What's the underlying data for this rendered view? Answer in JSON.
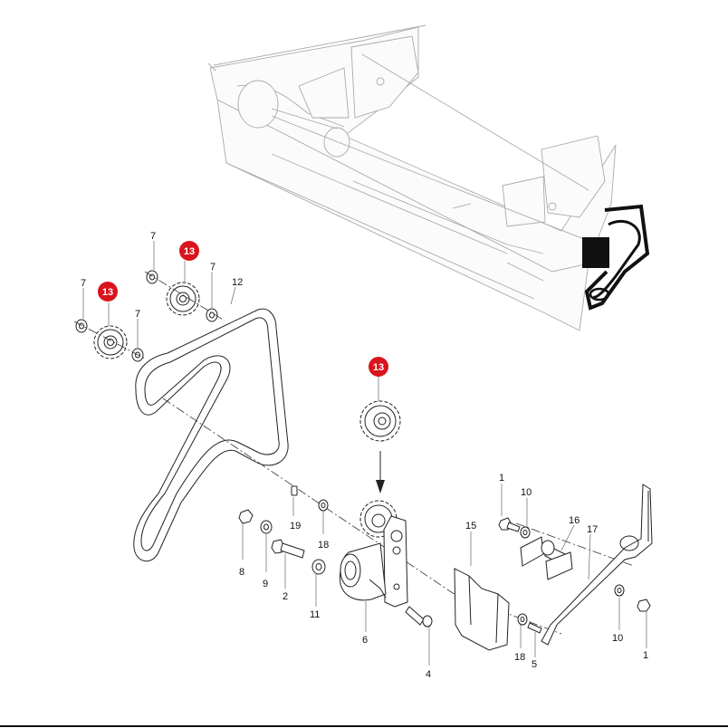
{
  "callouts": {
    "c1a": "1",
    "c1b": "1",
    "c2": "2",
    "c4": "4",
    "c5": "5",
    "c6": "6",
    "c7a": "7",
    "c7b": "7",
    "c7c": "7",
    "c7d": "7",
    "c8": "8",
    "c9": "9",
    "c10a": "10",
    "c10b": "10",
    "c11": "11",
    "c12": "12",
    "c15": "15",
    "c16": "16",
    "c17": "17",
    "c18a": "18",
    "c18b": "18",
    "c19": "19"
  },
  "highlights": {
    "h1": "13",
    "h2": "13",
    "h3": "13"
  },
  "colors": {
    "highlight_badge": "#d9141c",
    "line": "#222222",
    "frame_line": "#aaaaaa",
    "belt_highlight": "#111111"
  }
}
